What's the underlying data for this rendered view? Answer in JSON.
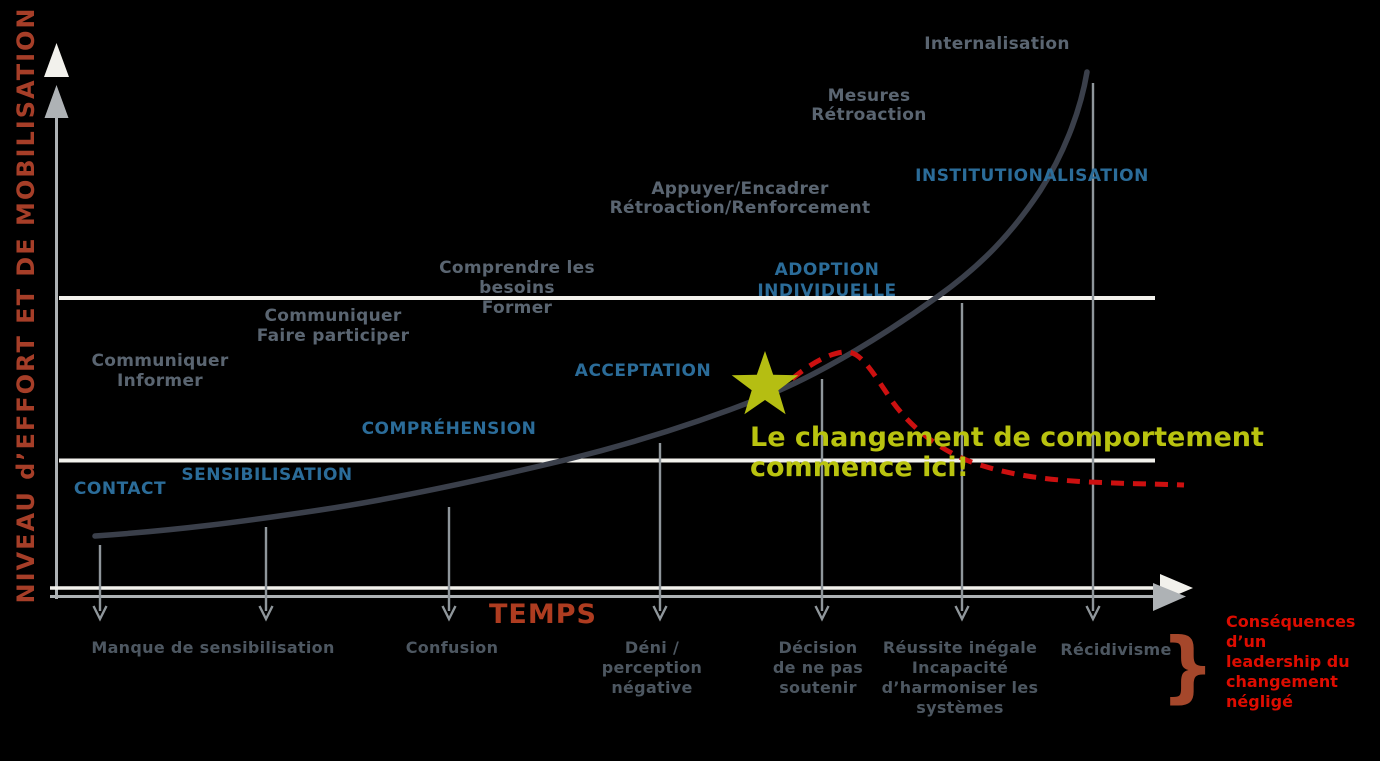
{
  "colors": {
    "background": "#000000",
    "curve_dark": "#3a3f4a",
    "dashed_red": "#cc1010",
    "star_yellow": "#b5be12",
    "annotation_yellow": "#b9c30f",
    "stage_blue": "#2b6c99",
    "activity_gray": "#5a6571",
    "outcome_gray": "#4d5761",
    "axis_label_rust": "#a63e28",
    "temps_rust": "#ae3c20",
    "consequences_red": "#dd0c00",
    "brace_rust": "#a5472b",
    "axis_white": "#f2f1ec",
    "axis_gray": "#aeb2b5",
    "connector_gray": "#8f969b"
  },
  "axes": {
    "y_label": "NIVEAU d’EFFORT ET DE MOBILISATION",
    "x_label": "TEMPS"
  },
  "stages": [
    {
      "label": "CONTACT"
    },
    {
      "label": "SENSIBILISATION"
    },
    {
      "label": "COMPRÉHENSION"
    },
    {
      "label": "ACCEPTATION"
    },
    {
      "lines": [
        "ADOPTION",
        "INDIVIDUELLE"
      ]
    },
    {
      "label": "INSTITUTIONALISATION"
    }
  ],
  "activities": [
    {
      "lines": [
        "Communiquer",
        "Informer"
      ]
    },
    {
      "lines": [
        "Communiquer",
        "Faire participer"
      ]
    },
    {
      "lines": [
        "Comprendre les",
        "besoins",
        "Former"
      ]
    },
    {
      "lines": [
        "Appuyer/Encadrer",
        "Rétroaction/Renforcement"
      ]
    },
    {
      "lines": [
        "Mesures",
        "Rétroaction"
      ]
    },
    {
      "lines": [
        "Internalisation"
      ]
    }
  ],
  "annotation": {
    "lines": [
      "Le changement de comportement",
      "commence ici!"
    ]
  },
  "outcomes": [
    {
      "lines": [
        "Manque de sensibilisation"
      ]
    },
    {
      "lines": [
        "Confusion"
      ]
    },
    {
      "lines": [
        "Déni /",
        "perception",
        "négative"
      ]
    },
    {
      "lines": [
        "Décision",
        "de ne pas",
        "soutenir"
      ]
    },
    {
      "lines": [
        "Réussite inégale",
        "Incapacité",
        "d’harmoniser les",
        "systèmes"
      ]
    },
    {
      "lines": [
        "Récidivisme"
      ]
    }
  ],
  "consequences": {
    "brace": "}",
    "lines": [
      "Conséquences",
      "d’un",
      "leadership du",
      "changement",
      "négligé"
    ]
  }
}
